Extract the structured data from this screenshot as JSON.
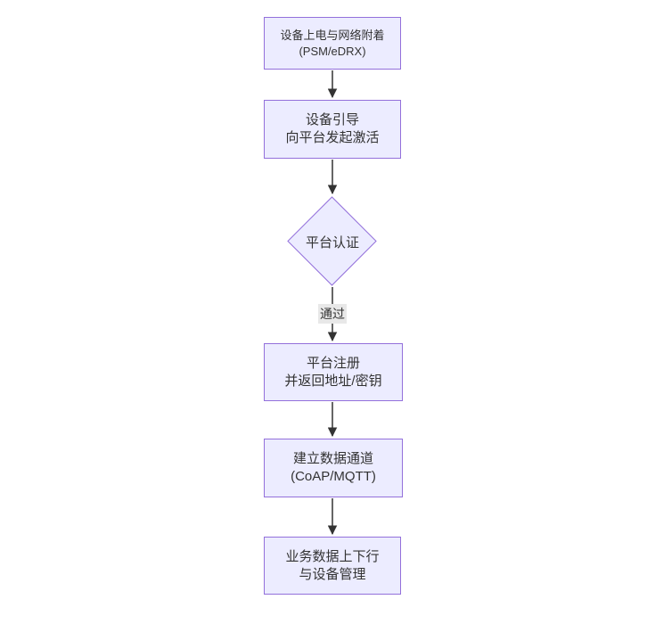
{
  "flow": {
    "title": "nb-iot-device-onboarding-flowchart",
    "colors": {
      "background": "#ffffff",
      "node_fill": "#ECECFF",
      "node_border": "#9370DB",
      "text": "#333333",
      "arrow": "#333333",
      "edge_label_bg": "#e8e8e8"
    },
    "nodes": [
      {
        "id": "attach",
        "shape": "rect",
        "lines": [
          "设备上电与网络附着",
          "(PSM/eDRX)"
        ]
      },
      {
        "id": "boot",
        "shape": "rect",
        "lines": [
          "设备引导",
          "向平台发起激活"
        ]
      },
      {
        "id": "auth",
        "shape": "diamond",
        "lines": [
          "平台认证"
        ]
      },
      {
        "id": "register",
        "shape": "rect",
        "lines": [
          "平台注册",
          "并返回地址/密钥"
        ]
      },
      {
        "id": "channel",
        "shape": "rect",
        "lines": [
          "建立数据通道",
          "(CoAP/MQTT)"
        ]
      },
      {
        "id": "business",
        "shape": "rect",
        "lines": [
          "业务数据上下行",
          "与设备管理"
        ]
      }
    ],
    "edge_labels": [
      {
        "from": "auth",
        "to": "register",
        "label": "通过"
      }
    ]
  }
}
